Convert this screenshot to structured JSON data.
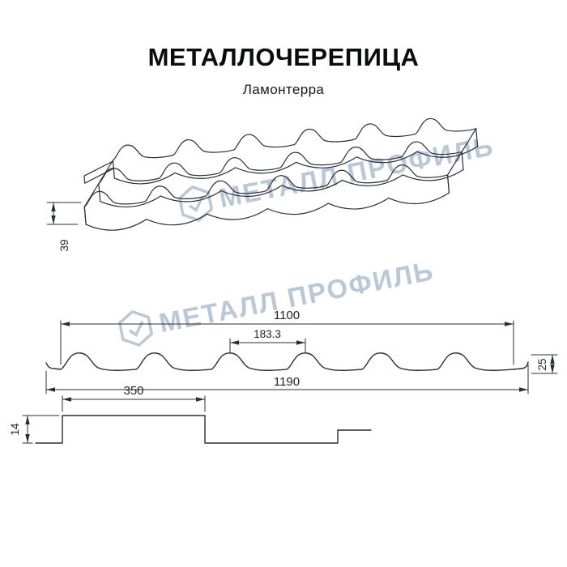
{
  "title": "МЕТАЛЛОЧЕРЕПИЦА",
  "subtitle": "Ламонтерра",
  "watermark": {
    "brand": "МЕТАЛЛ ПРОФИЛЬ"
  },
  "colors": {
    "line": "#2a2e37",
    "dimension_text": "#20242c",
    "watermark": "#b3c1d2",
    "background": "#ffffff"
  },
  "dimensions": {
    "profile_step_3d": "39",
    "cover_width": "1100",
    "wave_pitch": "183.3",
    "profile_height": "25",
    "overall_width": "1190",
    "module_length": "350",
    "step_height": "14"
  }
}
